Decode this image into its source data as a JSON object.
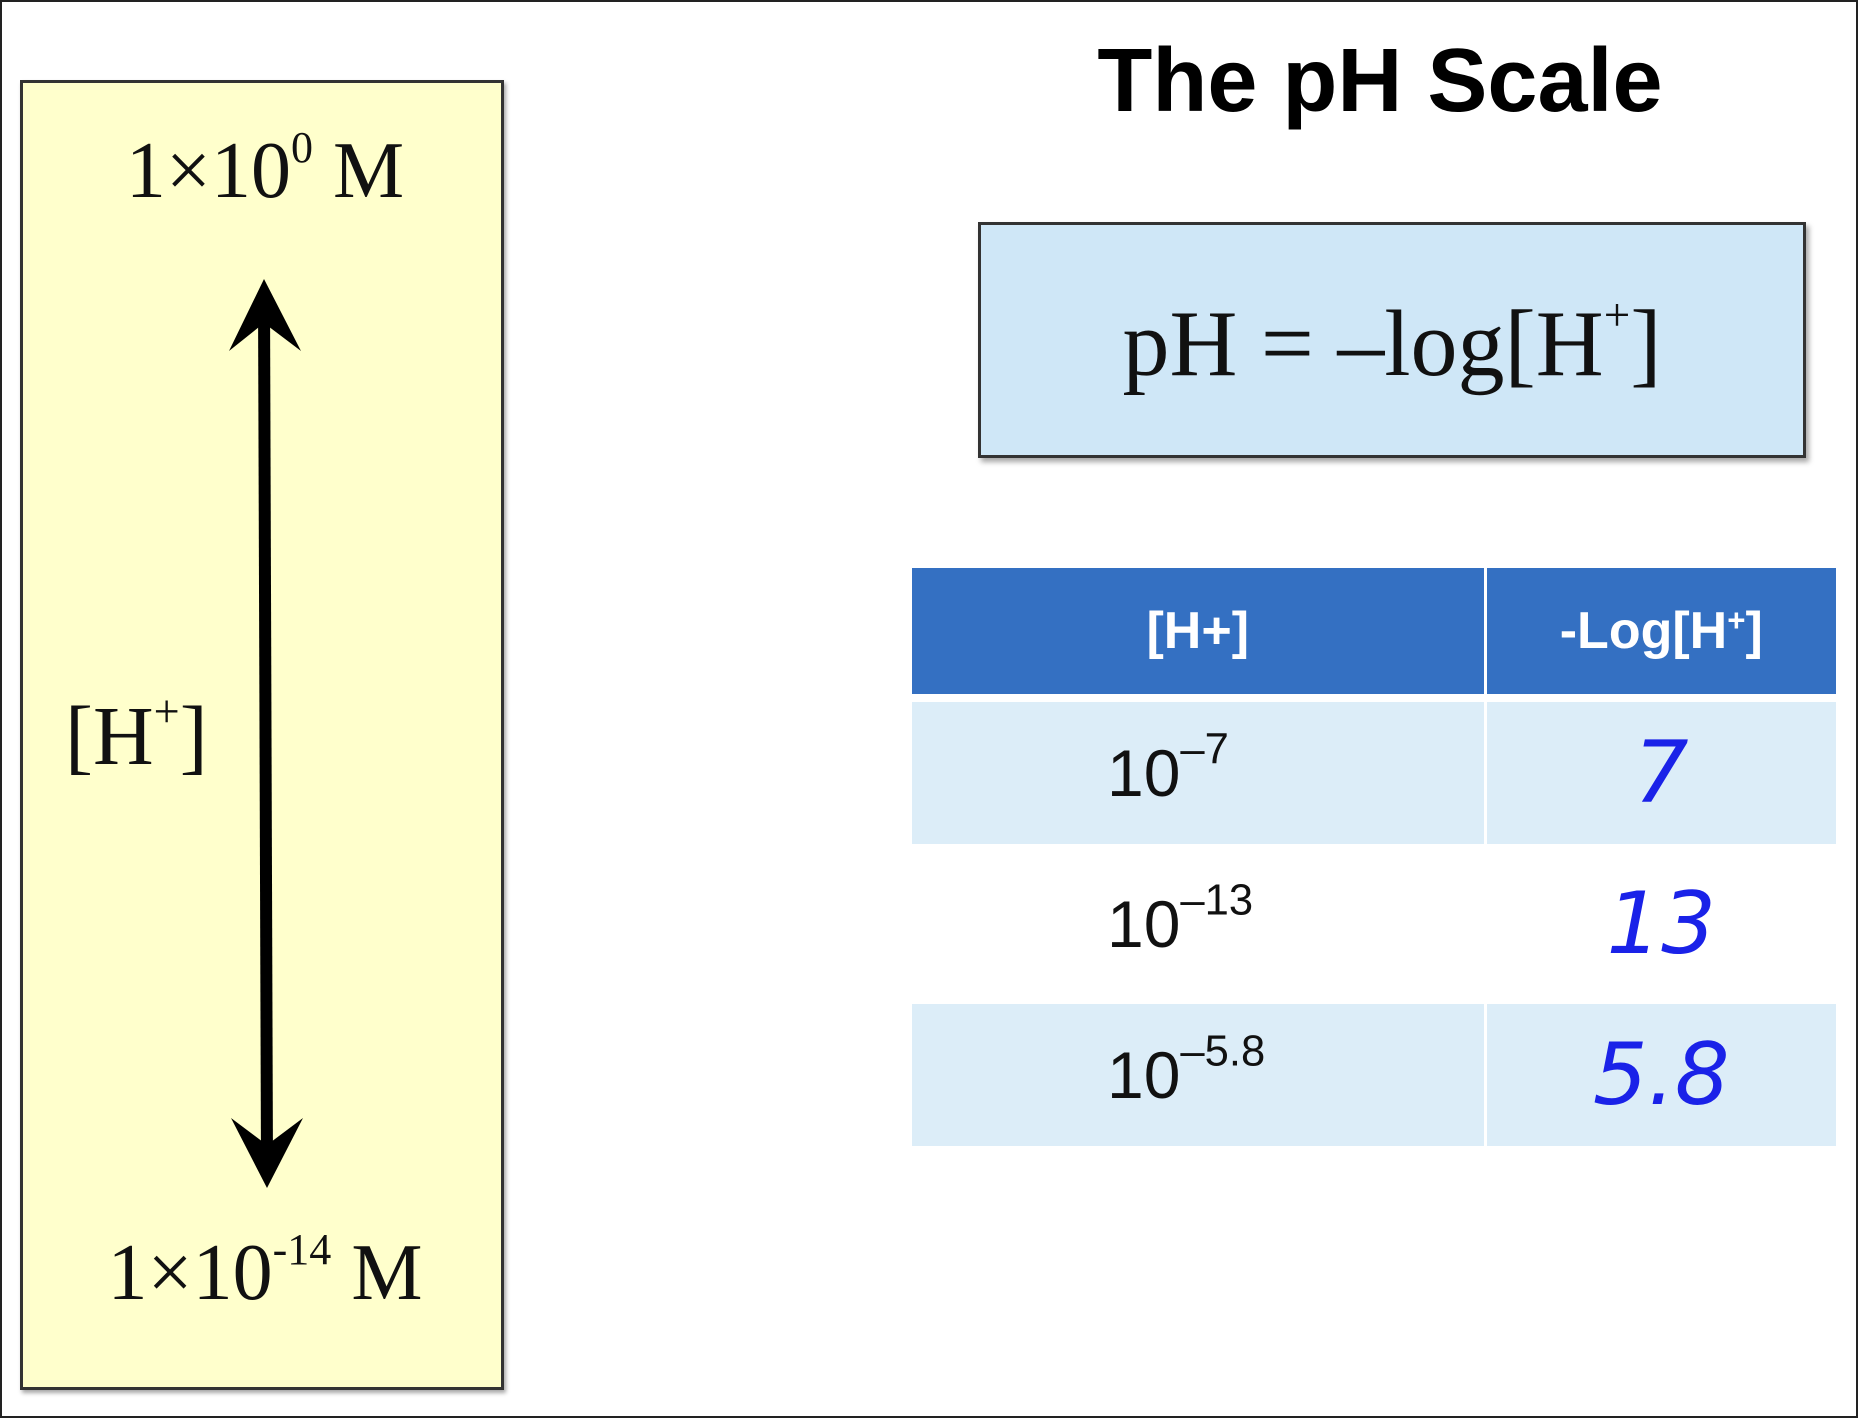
{
  "title": "The pH Scale",
  "scale_panel": {
    "top_concentration": {
      "mantissa": "1×10",
      "exponent": "0",
      "unit": " M"
    },
    "bottom_concentration": {
      "mantissa": "1×10",
      "exponent": "-14",
      "unit": " M"
    },
    "axis_label": {
      "base": "[H",
      "sup": "+",
      "close": "]"
    }
  },
  "formula": {
    "left": "pH = –log[H",
    "sup": "+",
    "close": "]"
  },
  "table": {
    "headers": [
      {
        "text": "[H+]"
      },
      {
        "text": "-Log[H",
        "sup": "+",
        "close": "]"
      }
    ],
    "rows": [
      {
        "base": "10",
        "exponent": "–7",
        "log": "7"
      },
      {
        "base": "10",
        "exponent": "–13",
        "log": "13"
      },
      {
        "base": "10",
        "exponent": "–5.8",
        "log": "5.8"
      }
    ]
  },
  "colors": {
    "panel_fill": "#ffffcc",
    "formula_fill": "#cfe7f7",
    "header_fill": "#3470c2",
    "row_shade": "#dcedf8",
    "handwritten_ink": "#1a22e8"
  }
}
